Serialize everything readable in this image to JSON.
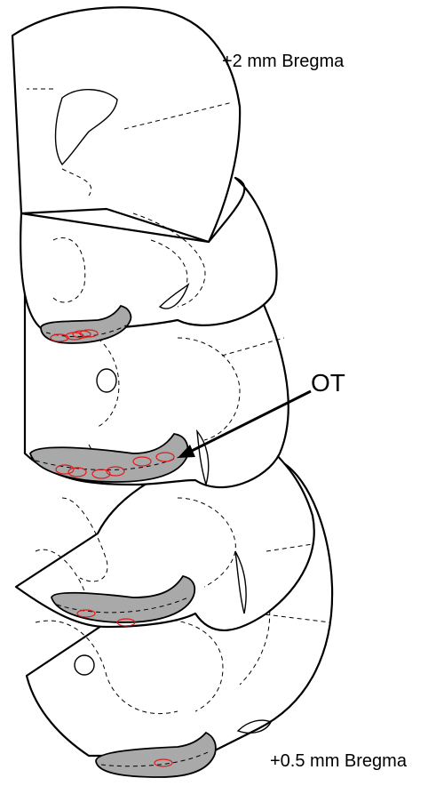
{
  "labels": {
    "top_section": "+2 mm Bregma",
    "bottom_section": "+0.5 mm Bregma",
    "structure": "OT"
  },
  "colors": {
    "ot_fill": "#a9a9a9",
    "recording_site": "#e01a1a"
  }
}
